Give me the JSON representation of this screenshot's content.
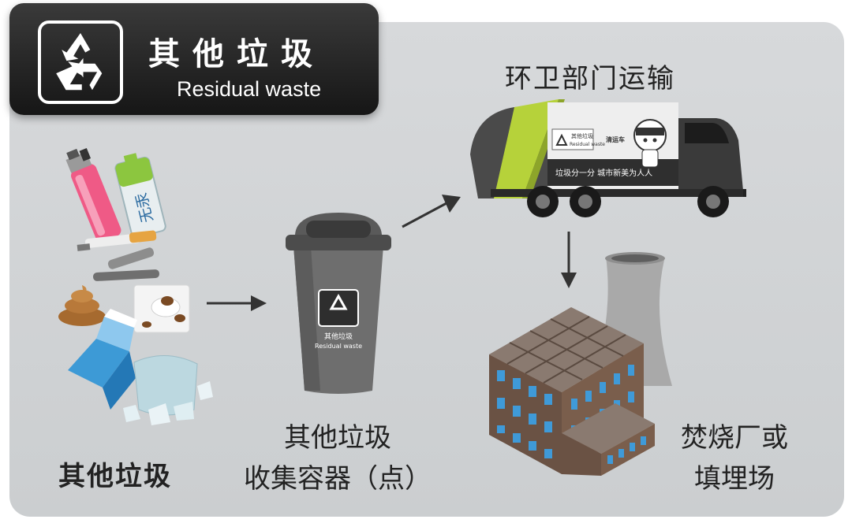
{
  "header": {
    "title": "其他垃圾",
    "subtitle": "Residual waste",
    "icon": "recycle-triangle-icon"
  },
  "waste_items": {
    "caption": "其他垃圾",
    "battery_text": "无汞"
  },
  "bin": {
    "caption_line1": "其他垃圾",
    "caption_line2": "收集容器（点）",
    "label_cn": "其他垃圾",
    "label_en": "Residual waste"
  },
  "truck": {
    "caption": "环卫部门运输",
    "side_label_cn": "其他垃圾",
    "side_label_en": "Residual waste",
    "side_tag": "清运车",
    "slogan": "垃圾分一分 城市新美为人人"
  },
  "destination": {
    "caption_line1": "焚烧厂或",
    "caption_line2": "填埋场"
  },
  "colors": {
    "badge_bg": "#1e1e1e",
    "panel_bg": "#d1d3d5",
    "truck_accent": "#b6d23a",
    "bin_body": "#6e6e6e",
    "building_brick": "#7a5e4c"
  }
}
